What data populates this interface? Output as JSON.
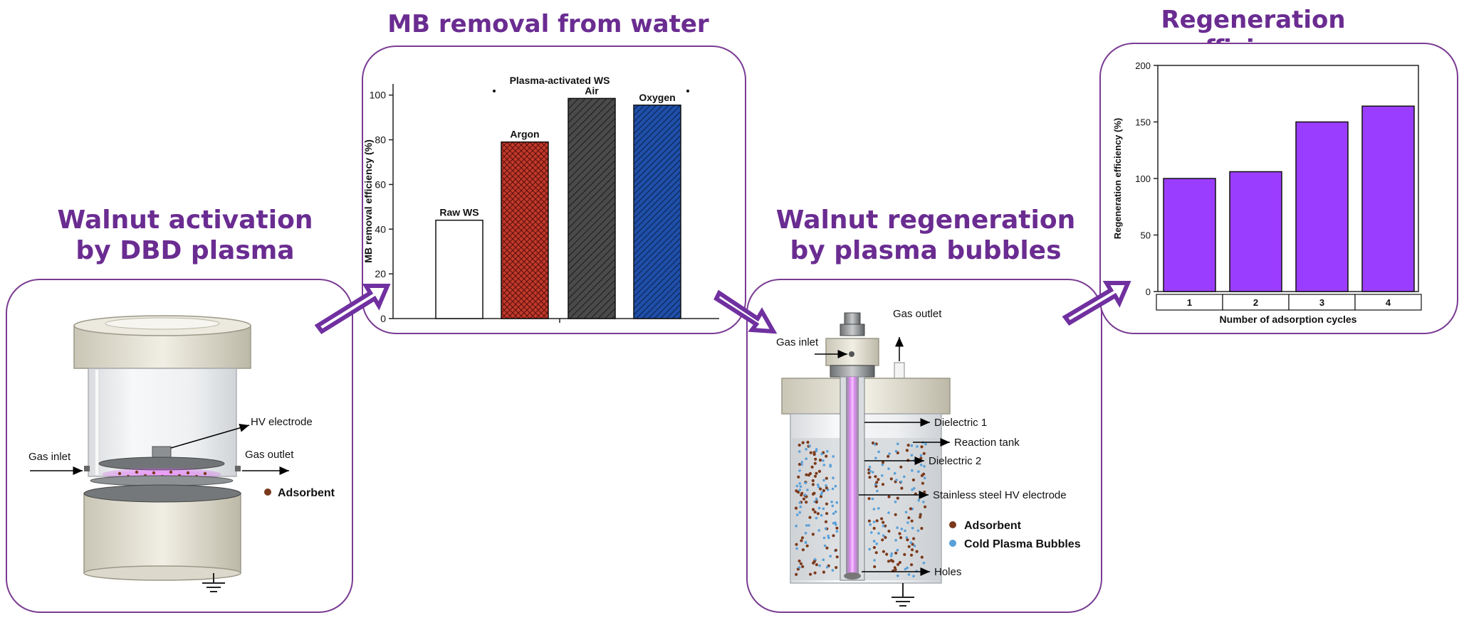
{
  "titles": {
    "activation_line1": "Walnut activation",
    "activation_line2": "by DBD plasma",
    "removal": "MB removal from water",
    "regen_line1": "Walnut regeneration",
    "regen_line2": "by plasma bubbles",
    "efficiency": "Regeneration efficiency"
  },
  "dbd_reactor": {
    "hv_electrode": "HV electrode",
    "gas_inlet": "Gas inlet",
    "gas_outlet": "Gas outlet",
    "adsorbent": "Adsorbent"
  },
  "bubble_reactor": {
    "gas_outlet": "Gas outlet",
    "gas_inlet": "Gas inlet",
    "dielectric_1": "Dielectric 1",
    "reaction_tank": "Reaction tank",
    "dielectric_2": "Dielectric 2",
    "hv_electrode": "Stainless steel HV electrode",
    "holes": "Holes",
    "adsorbent": "Adsorbent",
    "bubbles": "Cold Plasma Bubbles"
  },
  "colors": {
    "title_purple": "#6a2c91",
    "panel_border": "#7a3b93",
    "arrow_purple": "#7030a0",
    "bar_argon": "#c0392b",
    "bar_air": "#4a4a4a",
    "bar_oxygen": "#1f4fa8",
    "bar_regen": "#9b3dff",
    "adsorbent_dot": "#7b3a1c",
    "bubble_dot": "#5aa0d8",
    "plasma_glow": "#d24fe8"
  },
  "chart_data": [
    {
      "type": "bar",
      "ylabel": "MB removal efficiency (%)",
      "ylim": [
        0,
        105
      ],
      "yticks": [
        0,
        20,
        40,
        60,
        80,
        100
      ],
      "group_label": "Plasma-activated WS",
      "categories": [
        "Raw WS",
        "Argon",
        "Air",
        "Oxygen"
      ],
      "values": [
        44,
        79,
        98.5,
        95.5
      ],
      "fills": [
        "white",
        "#c0392b",
        "#4a4a4a",
        "#1f4fa8"
      ],
      "patterns": [
        "none",
        "crosshatch",
        "diagonal",
        "diagonal"
      ],
      "grid": false
    },
    {
      "type": "bar",
      "ylabel": "Regeneration efficiency (%)",
      "xlabel": "Number of adsorption cycles",
      "ylim": [
        0,
        200
      ],
      "yticks": [
        0,
        50,
        100,
        150,
        200
      ],
      "categories": [
        "1",
        "2",
        "3",
        "4"
      ],
      "values": [
        100,
        106,
        150,
        164
      ],
      "grid": false
    }
  ]
}
